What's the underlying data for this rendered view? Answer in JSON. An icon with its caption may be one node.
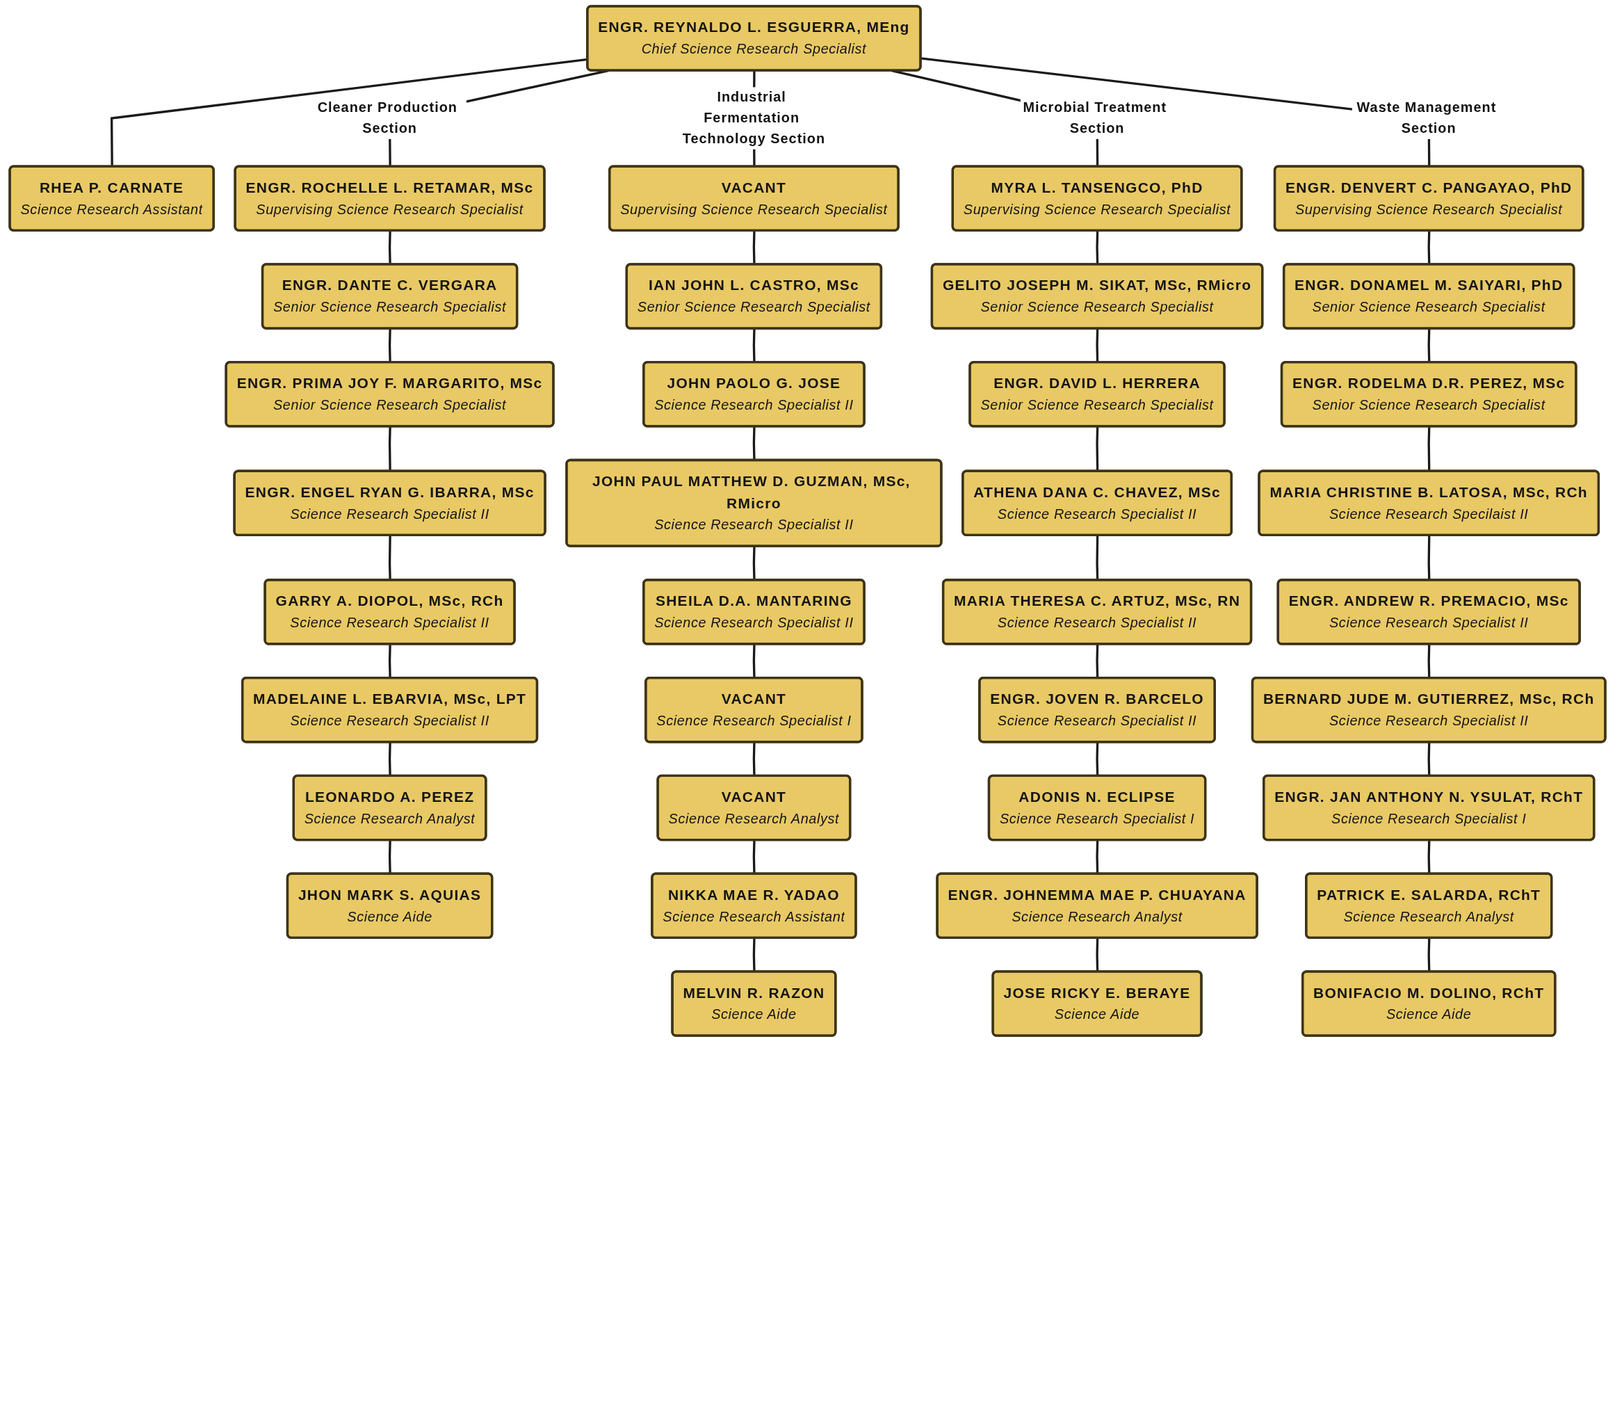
{
  "diagram": {
    "nodes": [
      {
        "text": [
          "ENGR. REYNALDO L. ESGUERRA, MEng",
          "Chief Science Research Specialist"
        ]
      },
      {
        "text": [
          "RHEA P. CARNATE",
          "Science Research Assistant"
        ]
      },
      {
        "text": [
          "ENGR. ROCHELLE L. RETAMAR, MSc",
          "Supervising Science Research Specialist"
        ]
      },
      {
        "text": [
          "ENGR. DANTE C. VERGARA",
          "Senior Science Research Specialist"
        ]
      },
      {
        "text": [
          "ENGR. PRIMA JOY F. MARGARITO, MSc",
          "Senior Science Research Specialist"
        ]
      },
      {
        "text": [
          "ENGR. ENGEL RYAN G. IBARRA, MSc",
          "Science Research Specialist II"
        ]
      },
      {
        "text": [
          "GARRY A. DIOPOL, MSc, RCh",
          "Science Research Specialist II"
        ]
      },
      {
        "text": [
          "MADELAINE L. EBARVIA, MSc, LPT",
          "Science Research Specialist II"
        ]
      },
      {
        "text": [
          "LEONARDO A. PEREZ",
          "Science Research Analyst"
        ]
      },
      {
        "text": [
          "JHON MARK S. AQUIAS",
          "Science Aide"
        ]
      },
      {
        "text": [
          "VACANT",
          "Supervising Science Research Specialist"
        ]
      },
      {
        "text": [
          "IAN JOHN L. CASTRO, MSc",
          "Senior Science Research Specialist"
        ]
      },
      {
        "text": [
          "JOHN PAOLO G. JOSE",
          "Science Research Specialist II"
        ]
      },
      {
        "text": [
          "JOHN PAUL MATTHEW D. GUZMAN, MSc, RMicro",
          "Science Research Specialist II"
        ]
      },
      {
        "text": [
          "SHEILA D.A. MANTARING",
          "Science Research Specialist II"
        ]
      },
      {
        "text": [
          "VACANT",
          "Science Research Specialist I"
        ]
      },
      {
        "text": [
          "VACANT",
          "Science Research Analyst"
        ]
      },
      {
        "text": [
          "NIKKA MAE R. YADAO",
          "Science Research Assistant"
        ]
      },
      {
        "text": [
          "MELVIN R. RAZON",
          "Science Aide"
        ]
      },
      {
        "text": [
          "MYRA L. TANSENGCO, PhD",
          "Supervising Science Research Specialist"
        ]
      },
      {
        "text": [
          "GELITO JOSEPH M. SIKAT, MSc, RMicro",
          "Senior Science Research Specialist"
        ]
      },
      {
        "text": [
          "ENGR. DAVID L. HERRERA",
          "Senior Science Research Specialist"
        ]
      },
      {
        "text": [
          "ATHENA DANA C. CHAVEZ, MSc",
          "Science Research Specialist II"
        ]
      },
      {
        "text": [
          "MARIA THERESA C. ARTUZ, MSc, RN",
          "Science Research Specialist II"
        ]
      },
      {
        "text": [
          "ENGR. JOVEN R. BARCELO",
          "Science Research Specialist II"
        ]
      },
      {
        "text": [
          "ADONIS N. ECLIPSE",
          "Science Research Specialist I"
        ]
      },
      {
        "text": [
          "ENGR. JOHNEMMA MAE P. CHUAYANA",
          "Science Research Analyst"
        ]
      },
      {
        "text": [
          "JOSE RICKY E. BERAYE",
          "Science Aide"
        ]
      },
      {
        "text": [
          "ENGR. DENVERT C. PANGAYAO, PhD",
          "Supervising Science Research Specialist"
        ]
      },
      {
        "text": [
          "ENGR. DONAMEL M. SAIYARI, PhD",
          "Senior Science Research Specialist"
        ]
      },
      {
        "text": [
          "ENGR. RODELMA D.R. PEREZ, MSc",
          "Senior Science Research Specialist"
        ]
      },
      {
        "text": [
          "MARIA CHRISTINE B. LATOSA, MSc, RCh",
          "Science Research Specilaist II"
        ]
      },
      {
        "text": [
          "ENGR. ANDREW R. PREMACIO, MSc",
          "Science Research Specialist II"
        ]
      },
      {
        "text": [
          "BERNARD JUDE M. GUTIERREZ, MSc, RCh",
          "Science Research Specialist II"
        ]
      },
      {
        "text": [
          "ENGR. JAN ANTHONY N. YSULAT, RChT",
          "Science Research Specialist I"
        ]
      },
      {
        "text": [
          "PATRICK E. SALARDA, RChT",
          "Science Research Analyst"
        ]
      },
      {
        "text": [
          "BONIFACIO M. DOLINO, RChT",
          "Science Aide"
        ]
      }
    ],
    "edges": [
      {
        "from": 0,
        "to": 2,
        "arrow": "none",
        "label": "Cleaner Production Section"
      },
      {
        "from": 0,
        "to": 10,
        "arrow": "none",
        "label": "Industrial Fermentation Technology Section"
      },
      {
        "from": 0,
        "to": 19,
        "arrow": "none",
        "label": "Microbial Treatment Section"
      },
      {
        "from": 0,
        "to": 28,
        "arrow": "none",
        "label": "Waste Management Section"
      },
      {
        "from": 0,
        "to": 1,
        "arrow": "none"
      },
      {
        "from": 2,
        "to": 3,
        "arrow": "none"
      },
      {
        "from": 3,
        "to": 4,
        "arrow": "none"
      },
      {
        "from": 4,
        "to": 5,
        "arrow": "none"
      },
      {
        "from": 5,
        "to": 6,
        "arrow": "none"
      },
      {
        "from": 6,
        "to": 7,
        "arrow": "none"
      },
      {
        "from": 7,
        "to": 8,
        "arrow": "none"
      },
      {
        "from": 8,
        "to": 9,
        "arrow": "none"
      },
      {
        "from": 10,
        "to": 11,
        "arrow": "none"
      },
      {
        "from": 11,
        "to": 12,
        "arrow": "none"
      },
      {
        "from": 12,
        "to": 13,
        "arrow": "none"
      },
      {
        "from": 13,
        "to": 14,
        "arrow": "none"
      },
      {
        "from": 14,
        "to": 15,
        "arrow": "none"
      },
      {
        "from": 15,
        "to": 16,
        "arrow": "none"
      },
      {
        "from": 16,
        "to": 17,
        "arrow": "none"
      },
      {
        "from": 17,
        "to": 18,
        "arrow": "none"
      },
      {
        "from": 19,
        "to": 20,
        "arrow": "none"
      },
      {
        "from": 20,
        "to": 21,
        "arrow": "none"
      },
      {
        "from": 21,
        "to": 22,
        "arrow": "none"
      },
      {
        "from": 22,
        "to": 23,
        "arrow": "none"
      },
      {
        "from": 23,
        "to": 24,
        "arrow": "none"
      },
      {
        "from": 24,
        "to": 25,
        "arrow": "none"
      },
      {
        "from": 25,
        "to": 26,
        "arrow": "none"
      },
      {
        "from": 26,
        "to": 27,
        "arrow": "none"
      },
      {
        "from": 28,
        "to": 29,
        "arrow": "none"
      },
      {
        "from": 29,
        "to": 30,
        "arrow": "none"
      },
      {
        "from": 30,
        "to": 31,
        "arrow": "none"
      },
      {
        "from": 31,
        "to": 32,
        "arrow": "none"
      },
      {
        "from": 32,
        "to": 33,
        "arrow": "none"
      },
      {
        "from": 33,
        "to": 34,
        "arrow": "none"
      },
      {
        "from": 34,
        "to": 35,
        "arrow": "none"
      },
      {
        "from": 35,
        "to": 36,
        "arrow": "none"
      }
    ]
  }
}
